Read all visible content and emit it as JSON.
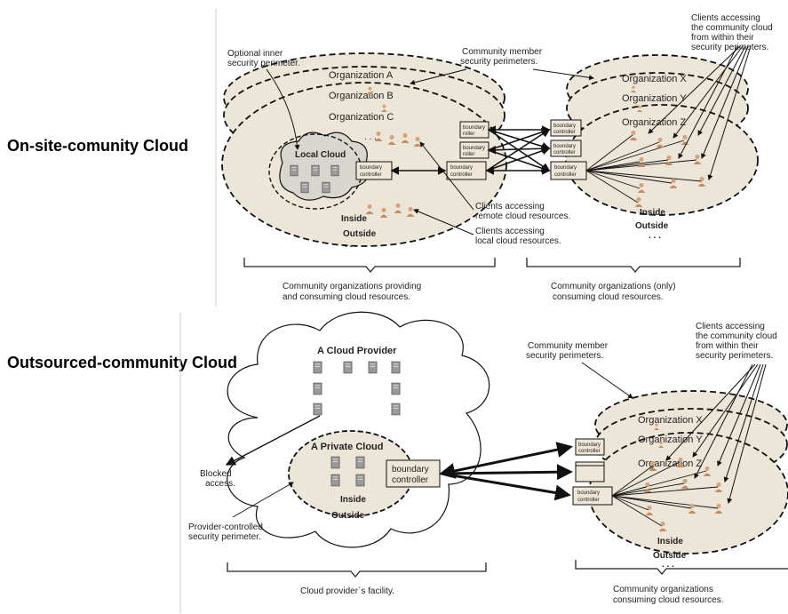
{
  "headings": {
    "onsite": "On-site-comunity Cloud",
    "outsourced": "Outsourced-community Cloud"
  },
  "top": {
    "optional_inner_1": "Optional inner",
    "optional_inner_2": "security perimeter.",
    "community_member_1": "Community member",
    "community_member_2": "security perimeters.",
    "clients_within_1": "Clients accessing",
    "clients_within_2": "the community cloud",
    "clients_within_3": "from within their",
    "clients_within_4": "security perimeters.",
    "org_a": "Organization A",
    "org_b": "Organization B",
    "org_c": "Organization C",
    "org_x": "Organization X",
    "org_y": "Organization Y",
    "org_z": "Organization Z",
    "local_cloud": "Local Cloud",
    "boundary_1": "boundary",
    "boundary_2": "controller",
    "boundary_short_1": "boundary",
    "boundary_short_2": "roller",
    "clients_remote_1": "Clients accessing",
    "clients_remote_2": "remote cloud resources.",
    "clients_local_1": "Clients accessing",
    "clients_local_2": "local cloud resources.",
    "inside": "Inside",
    "outside": "Outside",
    "dots": ". . .",
    "left_caption_1": "Community organizations providing",
    "left_caption_2": "and consuming cloud resources.",
    "right_caption_1": "Community organizations (only)",
    "right_caption_2": "consuming cloud resources."
  },
  "bottom": {
    "cloud_provider": "A Cloud Provider",
    "private_cloud": "A Private Cloud",
    "boundary_1": "boundary",
    "boundary_2": "controller",
    "blocked_1": "Blocked",
    "blocked_2": "access.",
    "provider_ctrl_1": "Provider-controlled",
    "provider_ctrl_2": "security perimeter.",
    "community_member_1": "Community member",
    "community_member_2": "security perimeters.",
    "clients_within_1": "Clients accessing",
    "clients_within_2": "the community cloud",
    "clients_within_3": "from within their",
    "clients_within_4": "security perimeters.",
    "org_x": "Organization X",
    "org_y": "Organization Y",
    "org_z": "Organization Z",
    "inside": "Inside",
    "outside": "Outside",
    "dots": ". . .",
    "facility": "Cloud provider`s facility.",
    "right_caption_1": "Community organizations",
    "right_caption_2": "consuming cloud resources."
  },
  "colors": {
    "perimeter_fill": "#ece6d8",
    "cloud_fill": "#d9d6cf",
    "line": "#111111"
  }
}
